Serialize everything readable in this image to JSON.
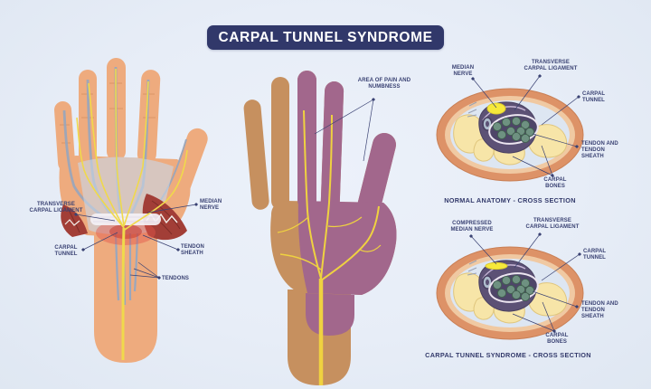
{
  "title": "CARPAL TUNNEL SYNDROME",
  "panels": {
    "hand_anatomy": {
      "labels": {
        "transverse_carpal_ligament": "TRANSVERSE CARPAL LIGAMENT",
        "carpal_tunnel": "CARPAL TUNNEL",
        "median_nerve": "MEDIAN NERVE",
        "tendon_sheath": "TENDON SHEATH",
        "tendons": "TENDONS"
      }
    },
    "pain_map": {
      "labels": {
        "area_of_pain": "AREA OF PAIN AND NUMBNESS"
      }
    },
    "cross_section_normal": {
      "caption": "NORMAL ANATOMY - CROSS SECTION",
      "labels": {
        "median_nerve": "MEDIAN NERVE",
        "transverse_carpal_ligament": "TRANSVERSE CARPAL LIGAMENT",
        "carpal_tunnel": "CARPAL TUNNEL",
        "tendon_and_tendon_sheath": "TENDON AND TENDON SHEATH",
        "carpal_bones": "CARPAL BONES"
      }
    },
    "cross_section_syndrome": {
      "caption": "CARPAL TUNNEL SYNDROME - CROSS SECTION",
      "labels": {
        "compressed_median_nerve": "COMPRESSED MEDIAN NERVE",
        "transverse_carpal_ligament": "TRANSVERSE CARPAL LIGAMENT",
        "carpal_tunnel": "CARPAL TUNNEL",
        "tendon_and_tendon_sheath": "TENDON AND TENDON SHEATH",
        "carpal_bones": "CARPAL BONES"
      }
    }
  },
  "colors": {
    "background": "#E7EDF7",
    "navy": "#31386A",
    "label_text": "#3A4273",
    "skin_light": "#EEAB7E",
    "skin_tan": "#C6905F",
    "pain_overlay": "#A2678C",
    "nerve_yellow": "#F2DC4A",
    "muscle_red": "#A23E37",
    "tunnel_purple": "#5C5175",
    "tendon_green": "#6E9181",
    "bone_cream": "#F7E5A8"
  }
}
